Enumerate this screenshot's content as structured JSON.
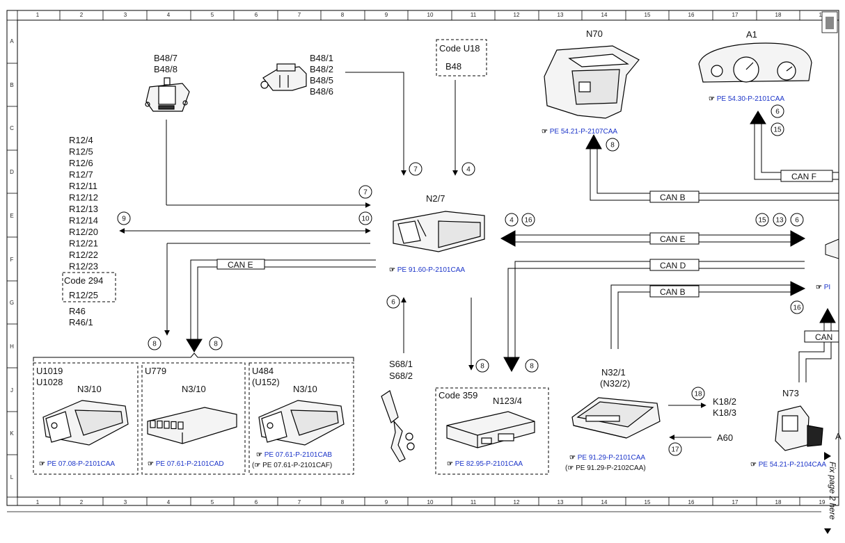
{
  "frame": {
    "col_labels": [
      "1",
      "2",
      "3",
      "4",
      "5",
      "6",
      "7",
      "8",
      "9",
      "10",
      "11",
      "12",
      "13",
      "14",
      "15",
      "16",
      "17",
      "18",
      "19"
    ],
    "row_labels": [
      "A",
      "B",
      "C",
      "D",
      "E",
      "F",
      "G",
      "H",
      "J",
      "K",
      "L"
    ]
  },
  "sensors": {
    "b48_7": "B48/7",
    "b48_8": "B48/8",
    "b48_1": "B48/1",
    "b48_2": "B48/2",
    "b48_5": "B48/5",
    "b48_6": "B48/6",
    "code_u18": "Code U18",
    "b48": "B48"
  },
  "r12_list": [
    "R12/4",
    "R12/5",
    "R12/6",
    "R12/7",
    "R12/11",
    "R12/12",
    "R12/13",
    "R12/14",
    "R12/20",
    "R12/21",
    "R12/22",
    "R12/23"
  ],
  "code294": {
    "code": "Code 294",
    "item": "R12/25"
  },
  "r46": [
    "R46",
    "R46/1"
  ],
  "n2_7": {
    "label": "N2/7",
    "ref": "PE 91.60-P-2101CAA"
  },
  "n70": {
    "label": "N70",
    "ref": "PE 54.21-P-2107CAA"
  },
  "a1": {
    "label": "A1",
    "ref": "PE 54.30-P-2101CAA"
  },
  "buses": {
    "can_b": "CAN B",
    "can_e": "CAN E",
    "can_d": "CAN D",
    "can_f": "CAN F",
    "can_partial": "CAN"
  },
  "box_ecus": [
    {
      "codes": [
        "U1019",
        "U1028"
      ],
      "label": "N3/10",
      "refs": [
        "PE 07.08-P-2101CAA"
      ]
    },
    {
      "codes": [
        "U779"
      ],
      "label": "N3/10",
      "refs": [
        "PE 07.61-P-2101CAD"
      ]
    },
    {
      "codes": [
        "U484",
        "(U152)"
      ],
      "label": "N3/10",
      "refs": [
        "PE 07.61-P-2101CAB",
        "(",
        "PE 07.61-P-2101CAF)"
      ]
    }
  ],
  "s68": [
    "S68/1",
    "S68/2"
  ],
  "n123_4": {
    "code": "Code 359",
    "label": "N123/4",
    "ref": "PE 82.95-P-2101CAA"
  },
  "n32_1": {
    "label": "N32/1",
    "label2": "(N32/2)",
    "ref1": "PE 91.29-P-2101CAA",
    "ref2_open": "(",
    "ref2": "PE 91.29-P-2102CAA)"
  },
  "k18": [
    "K18/2",
    "K18/3"
  ],
  "a60": "A60",
  "n73": {
    "label": "N73",
    "ref": "PE 54.21-P-2104CAA",
    "partial": "A"
  },
  "margin_text": "Fix page 2 here",
  "signal_numbers": {
    "n2_7_in_b48": "7",
    "n2_7_in_code": "4",
    "n2_7_in_left_top": "7",
    "n2_7_left_mid": "10",
    "r12_side": "9",
    "can_e_left_a": "4",
    "can_e_left_b": "16",
    "can_e_right_a": "15",
    "can_e_right_b": "13",
    "can_e_right_c": "6",
    "n70_sig": "8",
    "a1_sig_a": "6",
    "a1_sig_b": "15",
    "s68_sig": "6",
    "n123_sig_a": "8",
    "n123_sig_b": "8",
    "box_sig_a": "8",
    "box_sig_b": "8",
    "right_sig": "16",
    "k18_sig": "18",
    "a60_sig": "17"
  }
}
